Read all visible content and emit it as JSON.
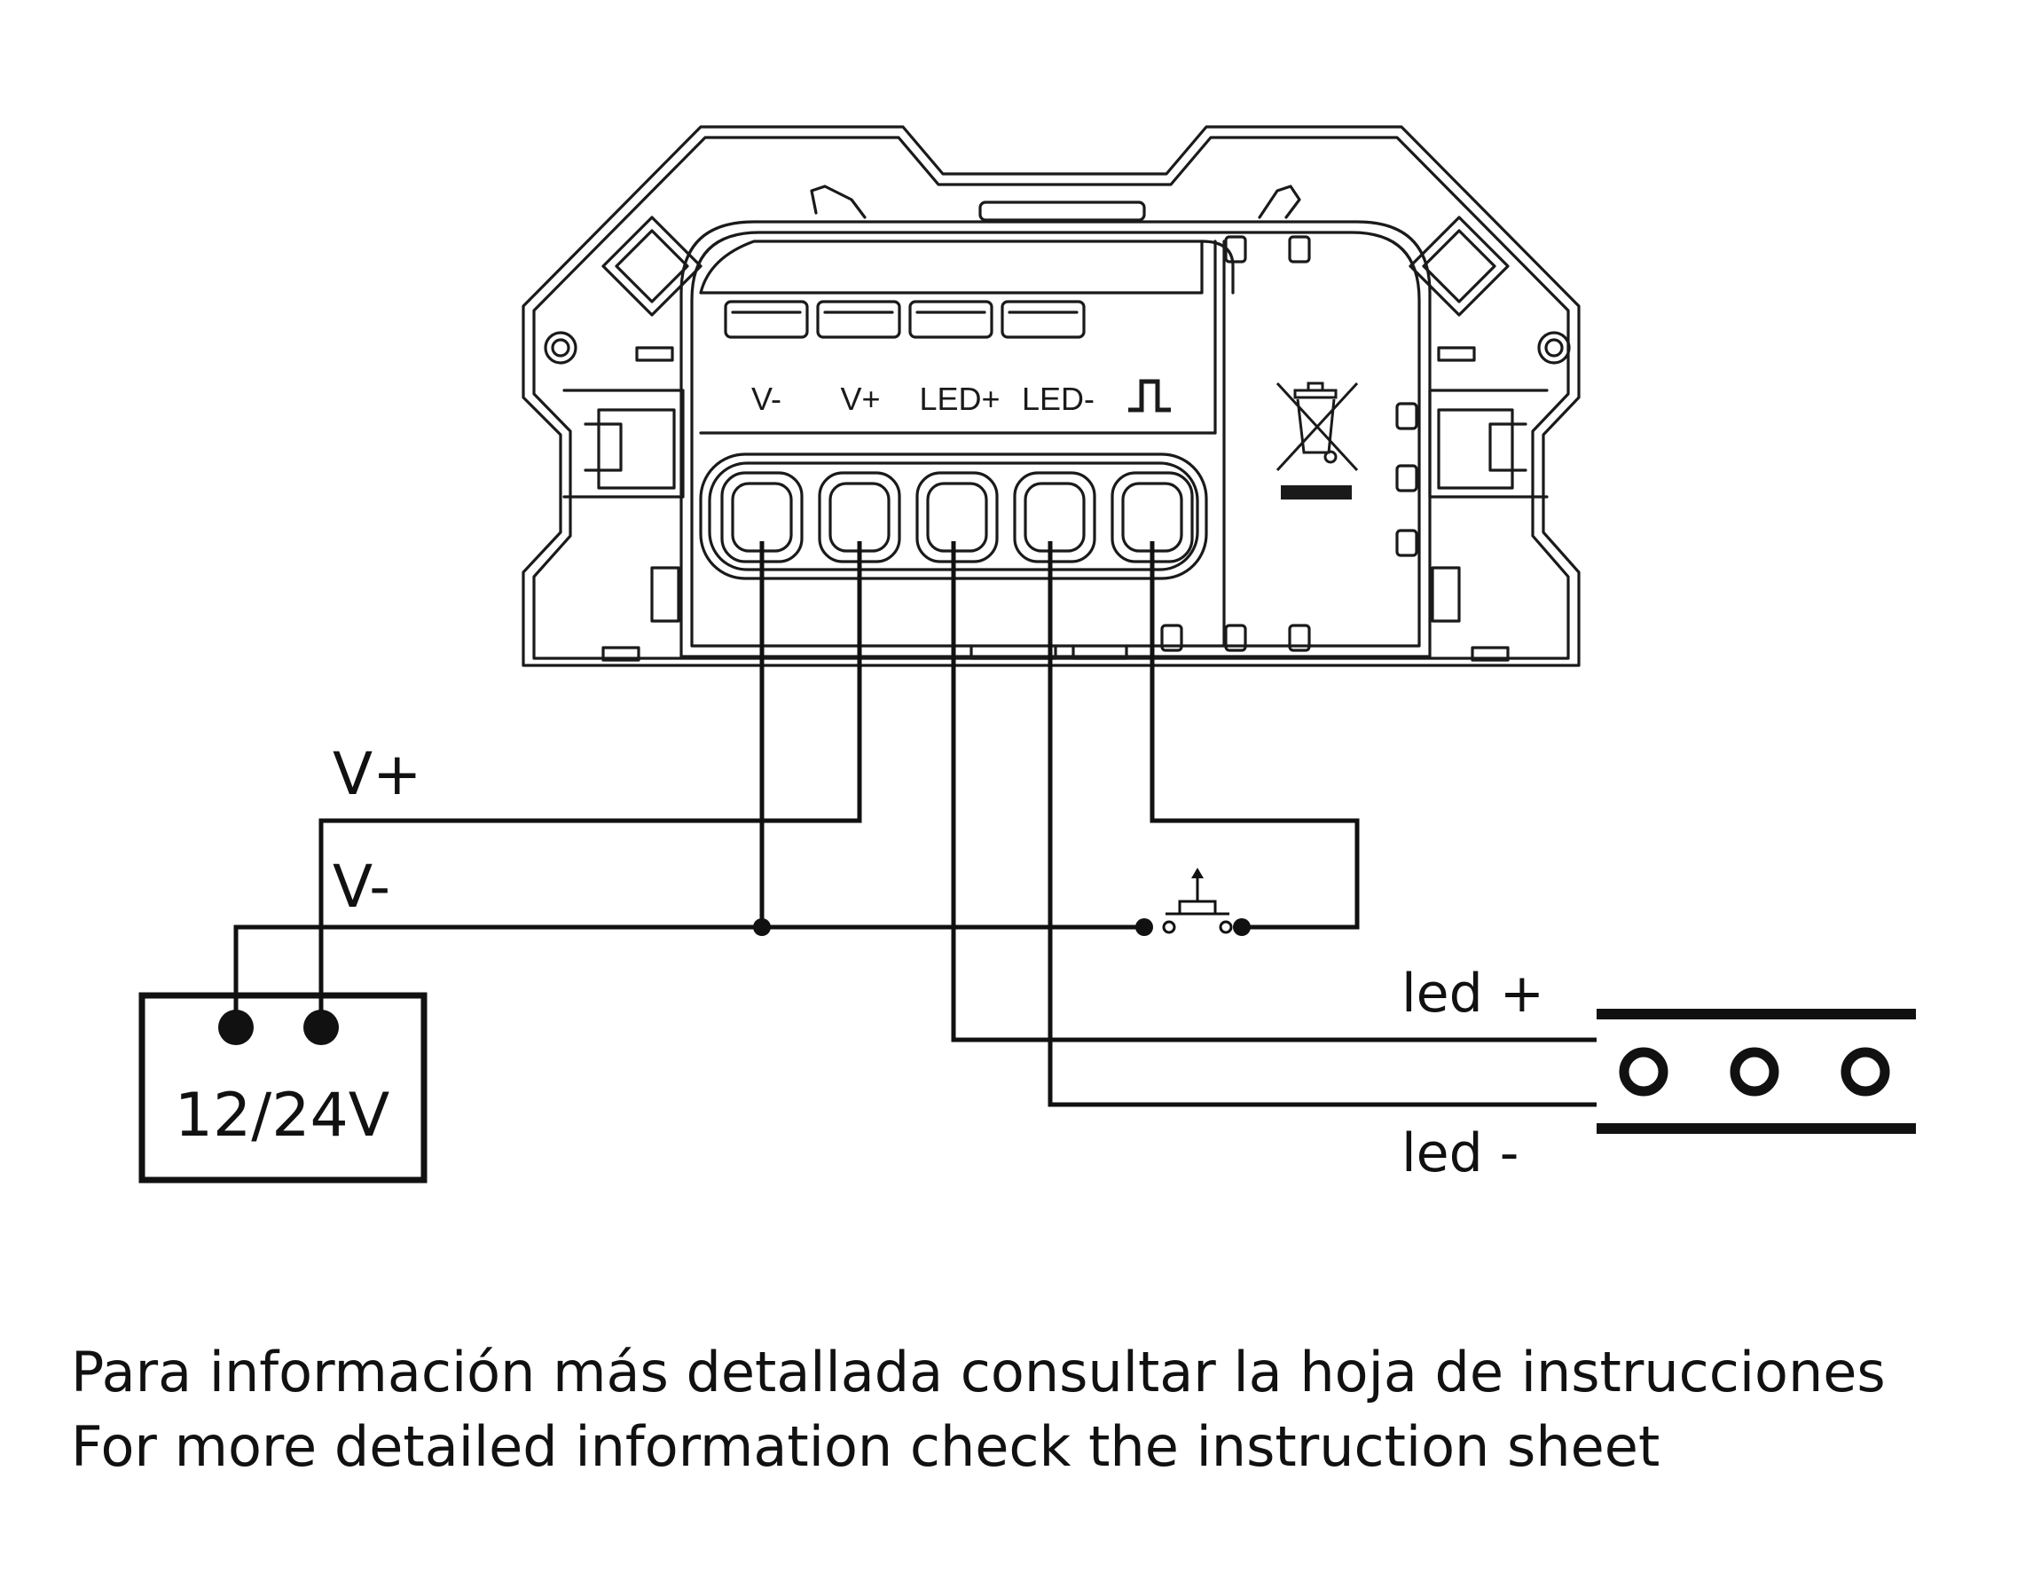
{
  "device": {
    "terminal_labels": [
      "V-",
      "V+",
      "LED+",
      "LED-"
    ],
    "pulse_symbol": "pulse-input-icon",
    "weee_icon": "crossed-out-bin-icon"
  },
  "wiring": {
    "v_plus_label": "V+",
    "v_minus_label": "V-",
    "led_plus_label": "led +",
    "led_minus_label": "led -",
    "psu_label": "12/24V",
    "pushbutton_icon": "pushbutton-icon",
    "led_strip_icon": "led-strip-icon"
  },
  "footer": {
    "line_es": "Para información más detallada consultar la hoja de instrucciones",
    "line_en": "For more detailed information check the instruction sheet"
  }
}
